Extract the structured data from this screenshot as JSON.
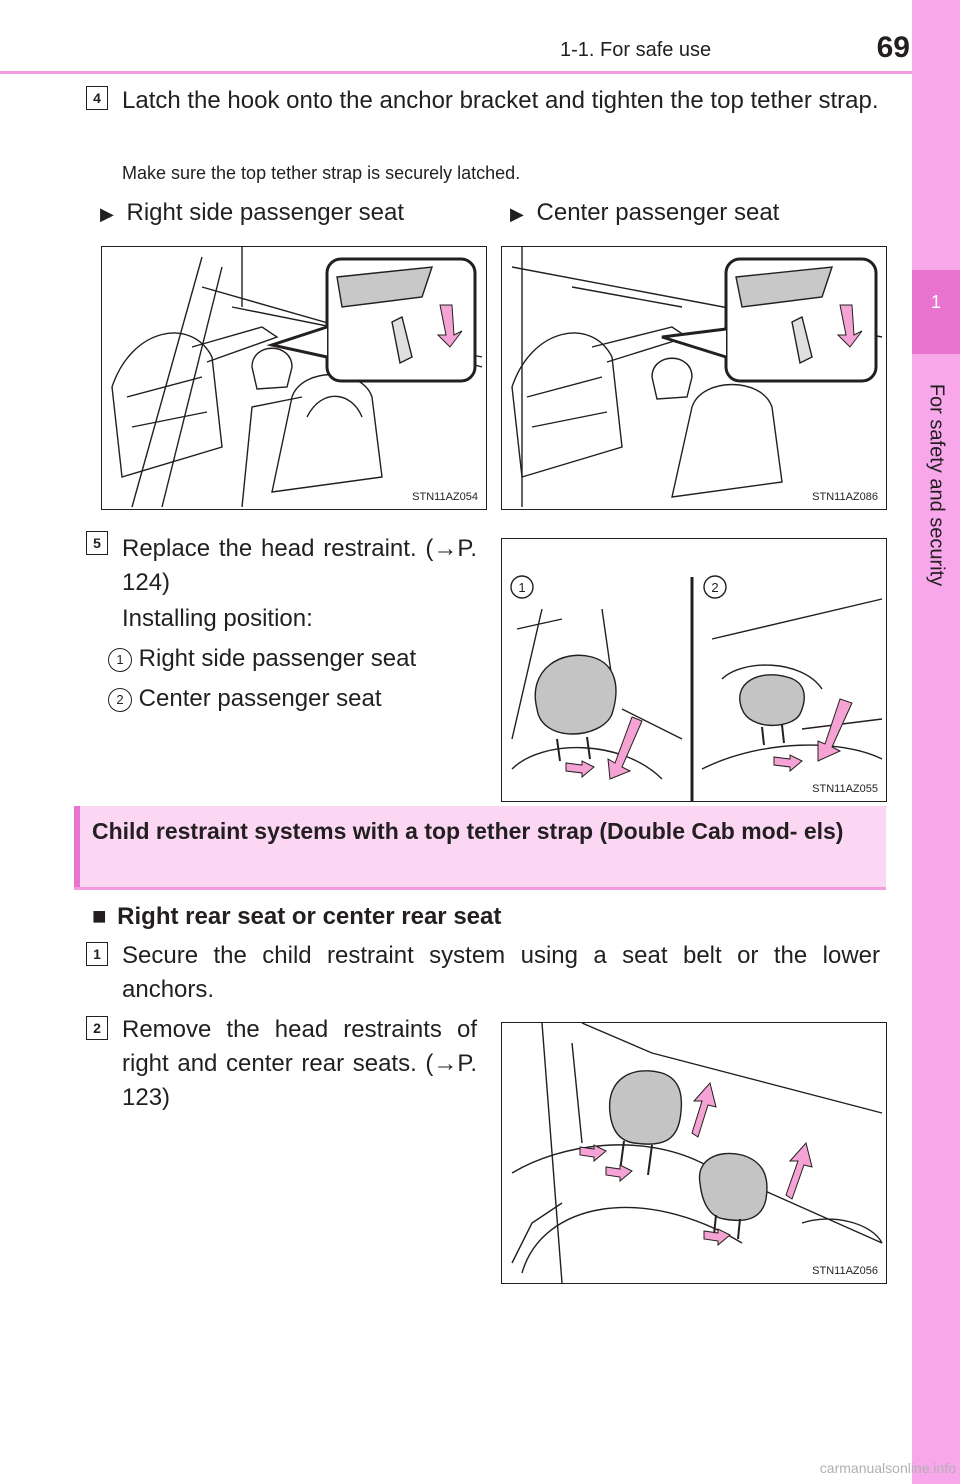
{
  "header": {
    "section": "1-1. For safe use",
    "page_number": "69"
  },
  "side_tab": {
    "chapter_number": "1",
    "chapter_title": "For safety and security"
  },
  "step4": {
    "number": "4",
    "text": "Latch the hook onto the anchor bracket and tighten the top tether strap.",
    "note": "Make sure the top tether strap is securely latched.",
    "triangle": "▶",
    "left_caption": "Right side passenger seat",
    "right_caption": "Center passenger seat",
    "left_code": "STN11AZ054",
    "right_code": "STN11AZ086"
  },
  "step5": {
    "number": "5",
    "text": "Replace the head restraint. (→P. 124)",
    "install_label": "Installing position:",
    "items": [
      {
        "marker": "1",
        "label": "Right side passenger seat"
      },
      {
        "marker": "2",
        "label": "Center passenger seat"
      }
    ],
    "figure_code": "STN11AZ055"
  },
  "section": {
    "title": "Child restraint systems with a top tether strap (Double Cab mod- els)",
    "subheading_marker": "■",
    "subheading": "Right rear seat or center rear seat"
  },
  "step1": {
    "number": "1",
    "text": "Secure the child restraint system using a seat belt or the lower anchors."
  },
  "step2": {
    "number": "2",
    "text": "Remove the head restraints of right and center rear seats. (→P. 123)",
    "figure_code": "STN11AZ056"
  },
  "watermark": "carmanualsonline.info",
  "colors": {
    "accent": "#e874cf",
    "tab": "#f8a8ea",
    "section_fill": "#fbd7f3",
    "arrow": "#f4a3d4"
  }
}
